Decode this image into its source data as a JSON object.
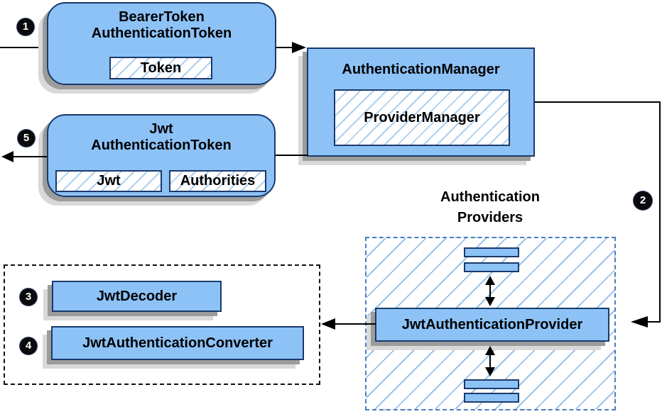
{
  "nodes": {
    "bearer_token": {
      "line1": "BearerToken",
      "line2": "AuthenticationToken",
      "chip": "Token"
    },
    "authentication_manager": {
      "title": "AuthenticationManager",
      "chip": "ProviderManager"
    },
    "jwt_authentication_token": {
      "line1": "Jwt",
      "line2": "AuthenticationToken",
      "chip1": "Jwt",
      "chip2": "Authorities"
    },
    "jwt_authentication_provider": {
      "title": "JwtAuthenticationProvider"
    },
    "jwt_decoder": {
      "title": "JwtDecoder"
    },
    "jwt_authentication_converter": {
      "title": "JwtAuthenticationConverter"
    },
    "providers_group": {
      "line1": "Authentication",
      "line2": "Providers"
    }
  },
  "badges": {
    "step1": "1",
    "step2": "2",
    "step3": "3",
    "step4": "4",
    "step5": "5"
  },
  "colors": {
    "node_fill": "#8dc2f7",
    "node_border": "#1a3a6b",
    "hatch_line_small": "#aed0f0",
    "hatch_line_large": "#9cc2e8",
    "dashed_black": "#111111",
    "dashed_blue": "#4a7dbf",
    "shadow_dark": "#9c9c9c",
    "shadow_light": "#d9d9d9",
    "arrow": "#000000",
    "badge_bg": "#0a0a0a",
    "badge_text": "#ffffff"
  }
}
